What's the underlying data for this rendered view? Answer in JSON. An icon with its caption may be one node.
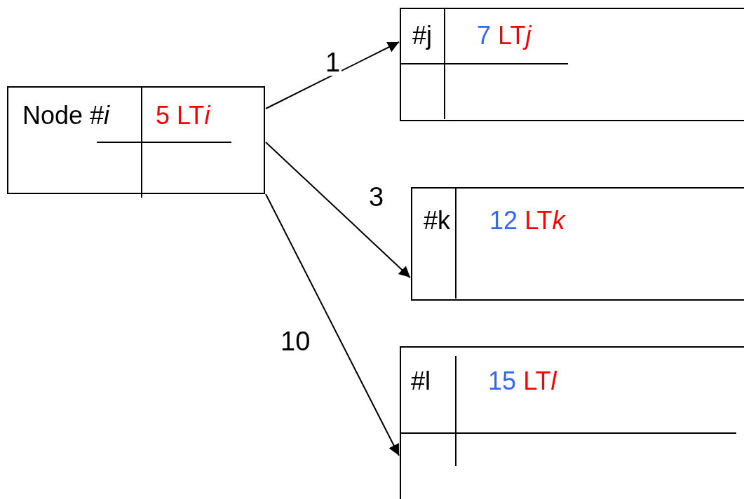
{
  "diagram": {
    "nodes": [
      {
        "text": [
          "Node #*i*",
          "5 LT",
          "i"
        ]
      },
      {
        "text": [
          "#j",
          "7",
          "LT",
          "j"
        ]
      },
      {
        "text": [
          "#k",
          "12",
          "LT",
          "k"
        ]
      },
      {
        "text": [
          "#l",
          "15",
          "LT",
          "l"
        ]
      }
    ],
    "edges": [
      {
        "from": 0,
        "to": 1,
        "arrow": "to",
        "label": "1"
      },
      {
        "from": 0,
        "to": 2,
        "arrow": "to",
        "label": "3"
      },
      {
        "from": 0,
        "to": 3,
        "arrow": "to",
        "label": "10"
      }
    ]
  }
}
